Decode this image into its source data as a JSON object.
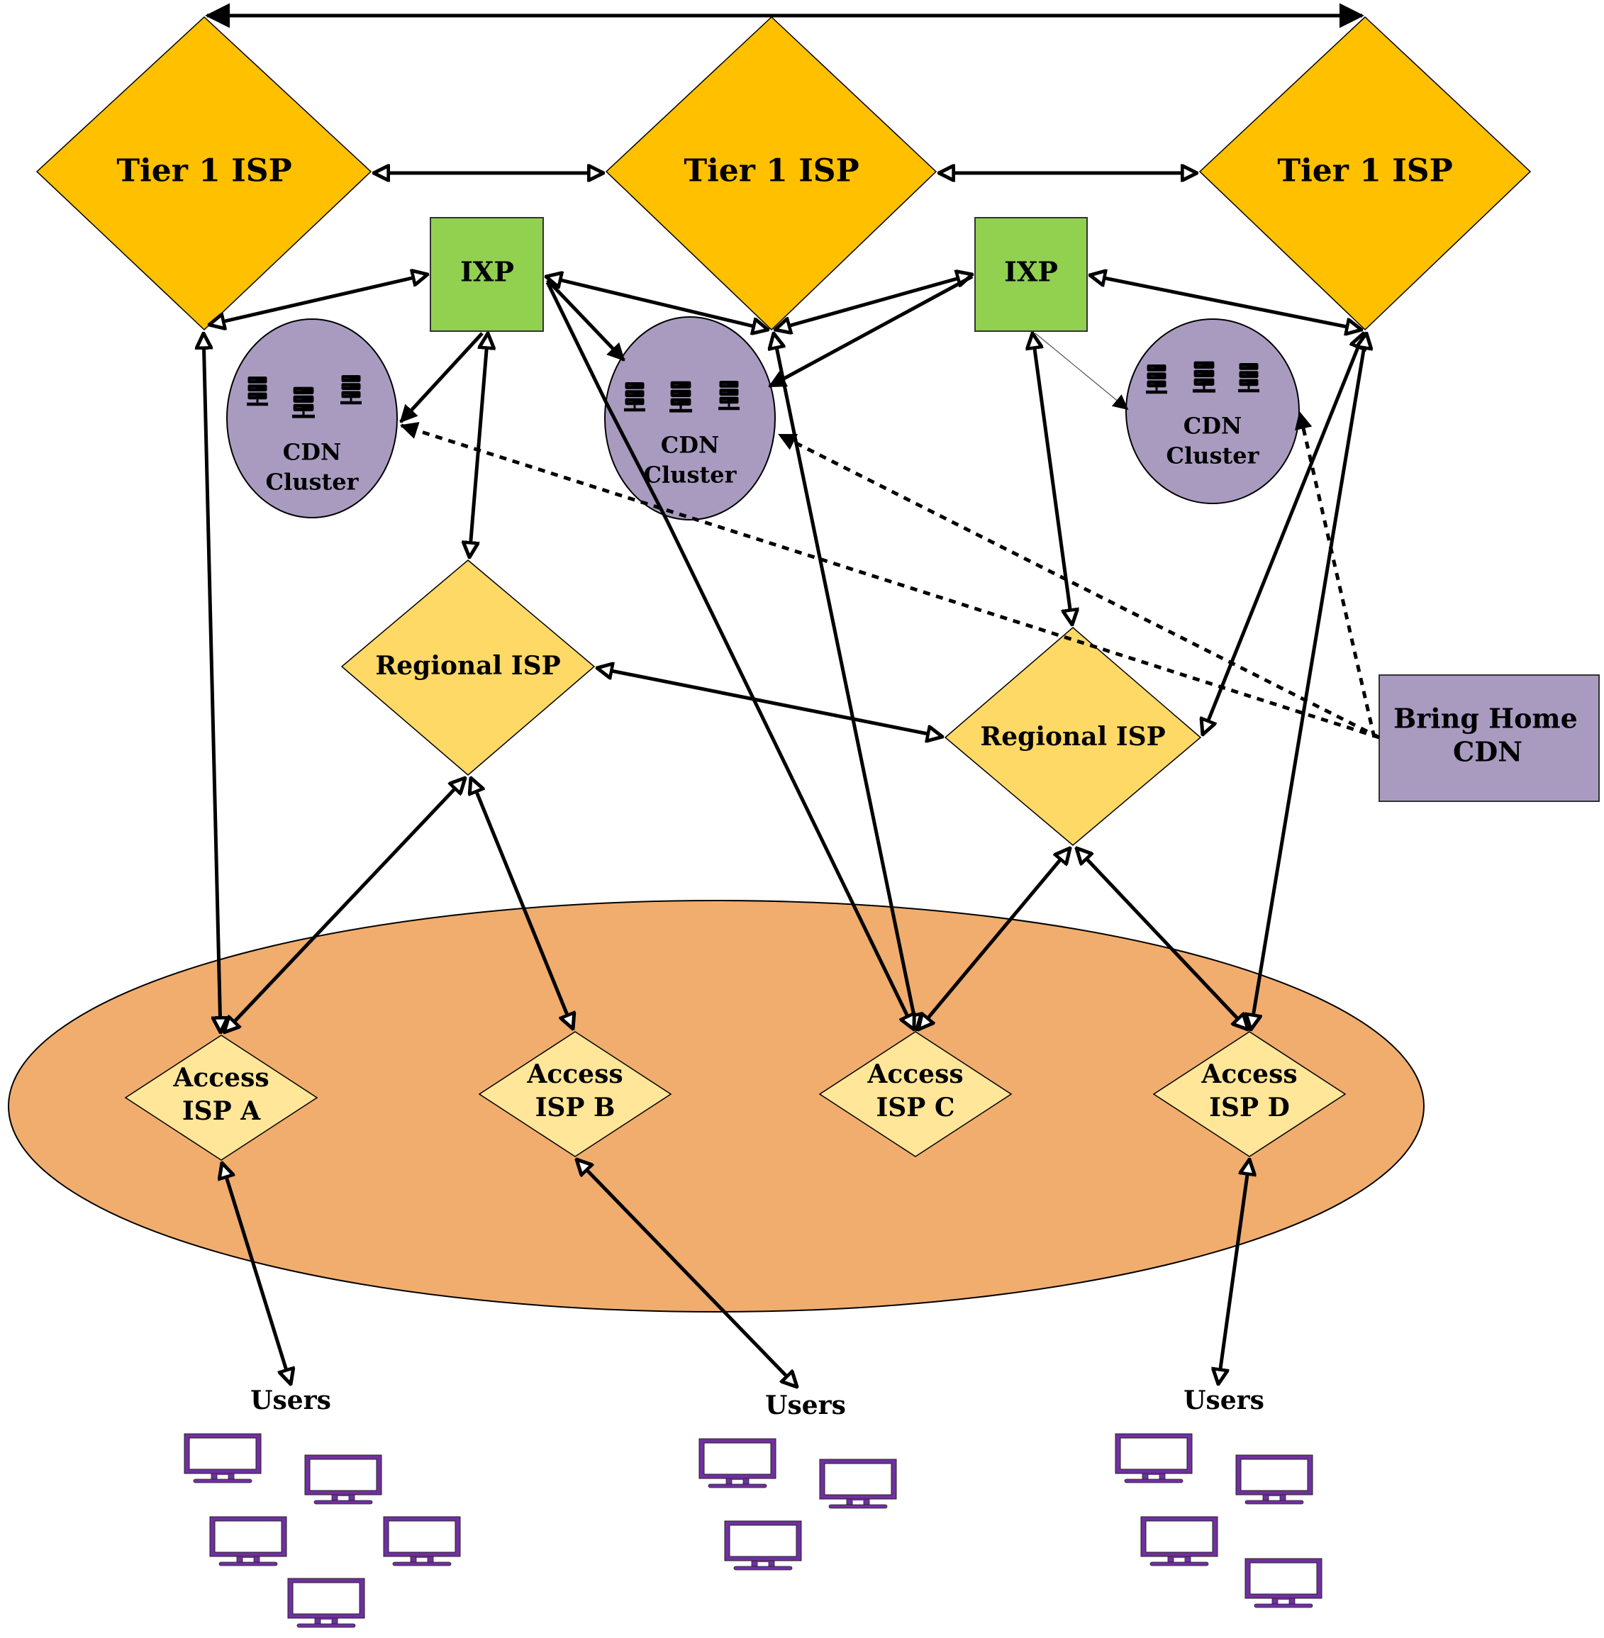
{
  "colors": {
    "tier1": "#FFC000",
    "ixp": "#92D050",
    "cdn": "#A99BC0",
    "regional": "#FFD966",
    "access": "#FFE699",
    "access_region": "#F0AD6E",
    "home_cdn": "#A99BC0",
    "monitor": "#7030A0",
    "edge": "#000000"
  },
  "nodes": {
    "tier1": [
      {
        "id": "tier1-left",
        "label": "Tier 1 ISP"
      },
      {
        "id": "tier1-center",
        "label": "Tier 1 ISP"
      },
      {
        "id": "tier1-right",
        "label": "Tier 1 ISP"
      }
    ],
    "ixp": [
      {
        "id": "ixp-left",
        "label": "IXP"
      },
      {
        "id": "ixp-right",
        "label": "IXP"
      }
    ],
    "cdn": [
      {
        "id": "cdn-left",
        "label_line1": "CDN",
        "label_line2": "Cluster",
        "icon": "server-rack-icon"
      },
      {
        "id": "cdn-center",
        "label_line1": "CDN",
        "label_line2": "Cluster",
        "icon": "server-rack-icon"
      },
      {
        "id": "cdn-right",
        "label_line1": "CDN",
        "label_line2": "Cluster",
        "icon": "server-rack-icon"
      }
    ],
    "regional": [
      {
        "id": "regional-left",
        "label": "Regional ISP"
      },
      {
        "id": "regional-right",
        "label": "Regional ISP"
      }
    ],
    "access": [
      {
        "id": "access-a",
        "label_line1": "Access",
        "label_line2": "ISP A"
      },
      {
        "id": "access-b",
        "label_line1": "Access",
        "label_line2": "ISP B"
      },
      {
        "id": "access-c",
        "label_line1": "Access",
        "label_line2": "ISP C"
      },
      {
        "id": "access-d",
        "label_line1": "Access",
        "label_line2": "ISP D"
      }
    ],
    "home_cdn": {
      "id": "bring-home-cdn",
      "label_line1": "Bring Home",
      "label_line2": "CDN"
    },
    "users": [
      {
        "id": "users-left",
        "label": "Users",
        "monitor_count": 5
      },
      {
        "id": "users-center",
        "label": "Users",
        "monitor_count": 3
      },
      {
        "id": "users-right",
        "label": "Users",
        "monitor_count": 4
      }
    ]
  },
  "edges": [
    {
      "from": "tier1-left",
      "to": "tier1-right",
      "style": "solid",
      "arrows": "both-filled"
    },
    {
      "from": "tier1-left",
      "to": "tier1-center",
      "style": "solid",
      "arrows": "both"
    },
    {
      "from": "tier1-center",
      "to": "tier1-right",
      "style": "solid",
      "arrows": "both"
    },
    {
      "from": "tier1-left",
      "to": "ixp-left",
      "style": "solid",
      "arrows": "both"
    },
    {
      "from": "ixp-left",
      "to": "tier1-center",
      "style": "solid",
      "arrows": "both"
    },
    {
      "from": "tier1-center",
      "to": "ixp-right",
      "style": "solid",
      "arrows": "both"
    },
    {
      "from": "ixp-right",
      "to": "tier1-right",
      "style": "solid",
      "arrows": "both"
    },
    {
      "from": "ixp-left",
      "to": "cdn-left",
      "style": "solid",
      "arrows": "forward"
    },
    {
      "from": "ixp-left",
      "to": "cdn-center",
      "style": "solid",
      "arrows": "forward"
    },
    {
      "from": "ixp-right",
      "to": "cdn-center",
      "style": "solid",
      "arrows": "forward"
    },
    {
      "from": "ixp-right",
      "to": "cdn-right",
      "style": "thin",
      "arrows": "forward"
    },
    {
      "from": "ixp-left",
      "to": "regional-left",
      "style": "solid",
      "arrows": "both"
    },
    {
      "from": "ixp-right",
      "to": "regional-right",
      "style": "solid",
      "arrows": "both"
    },
    {
      "from": "tier1-left",
      "to": "access-a",
      "style": "solid",
      "arrows": "both"
    },
    {
      "from": "tier1-center",
      "to": "access-c",
      "style": "solid",
      "arrows": "both"
    },
    {
      "from": "ixp-left",
      "to": "access-c",
      "style": "solid",
      "arrows": "forward"
    },
    {
      "from": "tier1-right",
      "to": "regional-right",
      "style": "solid",
      "arrows": "both"
    },
    {
      "from": "tier1-right",
      "to": "access-d",
      "style": "solid",
      "arrows": "both"
    },
    {
      "from": "regional-left",
      "to": "regional-right",
      "style": "solid",
      "arrows": "both"
    },
    {
      "from": "regional-left",
      "to": "access-a",
      "style": "solid",
      "arrows": "both"
    },
    {
      "from": "regional-left",
      "to": "access-b",
      "style": "solid",
      "arrows": "both"
    },
    {
      "from": "regional-right",
      "to": "access-c",
      "style": "solid",
      "arrows": "both"
    },
    {
      "from": "regional-right",
      "to": "access-d",
      "style": "solid",
      "arrows": "both"
    },
    {
      "from": "access-a",
      "to": "users-left",
      "style": "solid",
      "arrows": "both"
    },
    {
      "from": "access-b",
      "to": "users-center",
      "style": "solid",
      "arrows": "both"
    },
    {
      "from": "access-d",
      "to": "users-right",
      "style": "solid",
      "arrows": "both"
    },
    {
      "from": "bring-home-cdn",
      "to": "cdn-left",
      "style": "dashed",
      "arrows": "forward"
    },
    {
      "from": "bring-home-cdn",
      "to": "cdn-center",
      "style": "dashed",
      "arrows": "forward"
    },
    {
      "from": "bring-home-cdn",
      "to": "cdn-right",
      "style": "dashed",
      "arrows": "forward"
    }
  ]
}
